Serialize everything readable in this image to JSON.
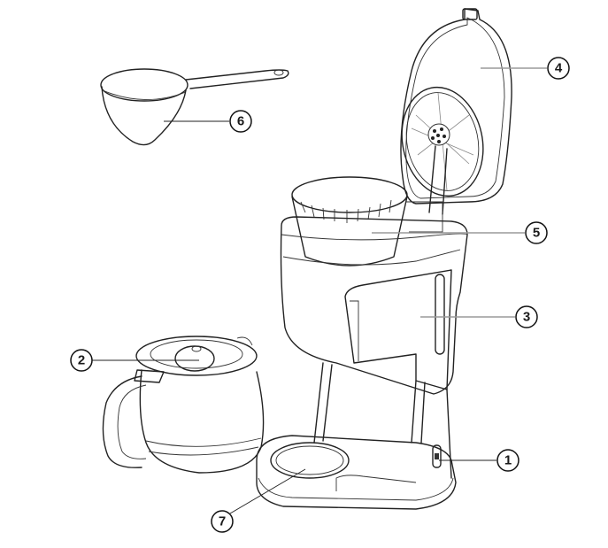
{
  "diagram": {
    "subject": "Drip coffee maker parts diagram",
    "style": "black line drawing on white background",
    "parts": [
      {
        "number": "1",
        "component": "power-switch"
      },
      {
        "number": "2",
        "component": "carafe-lid"
      },
      {
        "number": "3",
        "component": "water-tank-window"
      },
      {
        "number": "4",
        "component": "top-lid"
      },
      {
        "number": "5",
        "component": "filter-holder"
      },
      {
        "number": "6",
        "component": "measuring-spoon"
      },
      {
        "number": "7",
        "component": "warming-plate"
      }
    ]
  },
  "callouts": {
    "c1": "1",
    "c2": "2",
    "c3": "3",
    "c4": "4",
    "c5": "5",
    "c6": "6",
    "c7": "7"
  }
}
